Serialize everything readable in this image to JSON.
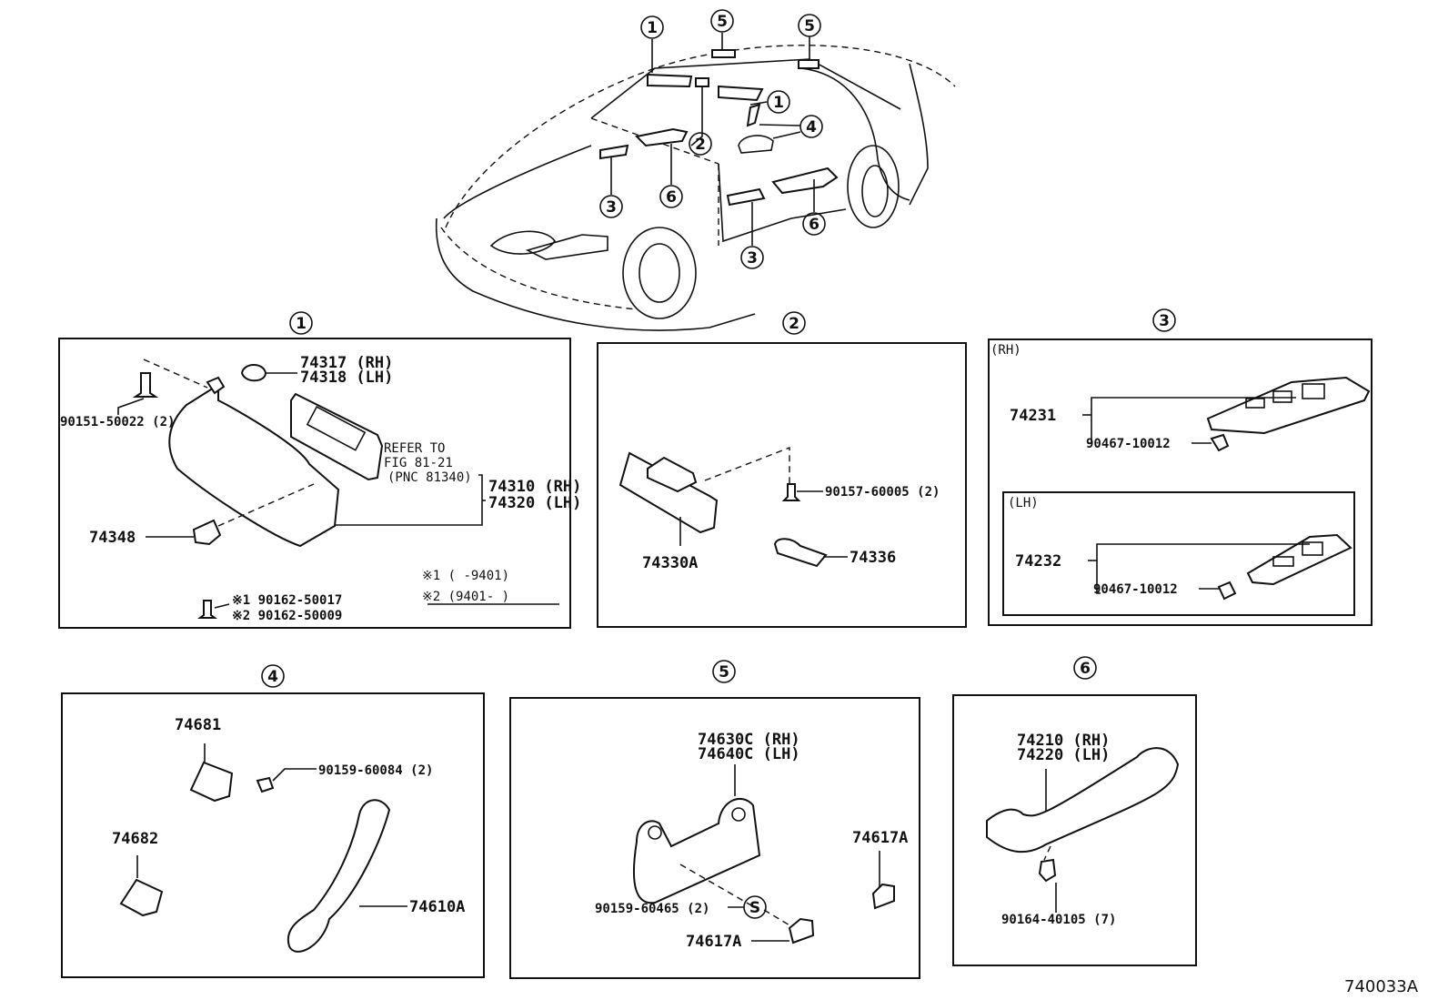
{
  "diagram": {
    "title_code": "740033A",
    "overview": {
      "callouts": [
        "1",
        "5",
        "5",
        "1",
        "2",
        "4",
        "3",
        "6",
        "6",
        "3"
      ]
    },
    "sections": [
      {
        "id": "1",
        "labels": {
          "visor_clip": [
            "74317 (RH)",
            "74318 (LH)"
          ],
          "screw": "90151-50022 (2)",
          "refer": [
            "REFER TO",
            "FIG 81-21",
            "(PNC 81340)"
          ],
          "visor": [
            "74310 (RH)",
            "74320 (LH)"
          ],
          "holder": "74348",
          "screw_alt": [
            "※1 90162-50017",
            "※2 90162-50009"
          ],
          "notes": [
            "※1 (      -9401)",
            "※2 (9401-      )"
          ]
        }
      },
      {
        "id": "2",
        "labels": {
          "screw": "90157-60005 (2)",
          "mirror": "74330A",
          "cover": "74336"
        }
      },
      {
        "id": "3",
        "labels": {
          "rh_tag": "(RH)",
          "rh_part": "74231",
          "rh_screw": "90467-10012",
          "lh_tag": "(LH)",
          "lh_part": "74232",
          "lh_screw": "90467-10012"
        }
      },
      {
        "id": "4",
        "labels": {
          "clip_a": "74681",
          "screw": "90159-60084 (2)",
          "clip_b": "74682",
          "grip": "74610A"
        }
      },
      {
        "id": "5",
        "labels": {
          "bracket": [
            "74630C (RH)",
            "74640C (LH)"
          ],
          "cap_right": "74617A",
          "screw": "90159-60465 (2)",
          "s_mark": "S",
          "cap_bottom": "74617A"
        }
      },
      {
        "id": "6",
        "labels": {
          "pull": [
            "74210 (RH)",
            "74220 (LH)"
          ],
          "screw": "90164-40105 (7)"
        }
      }
    ]
  }
}
